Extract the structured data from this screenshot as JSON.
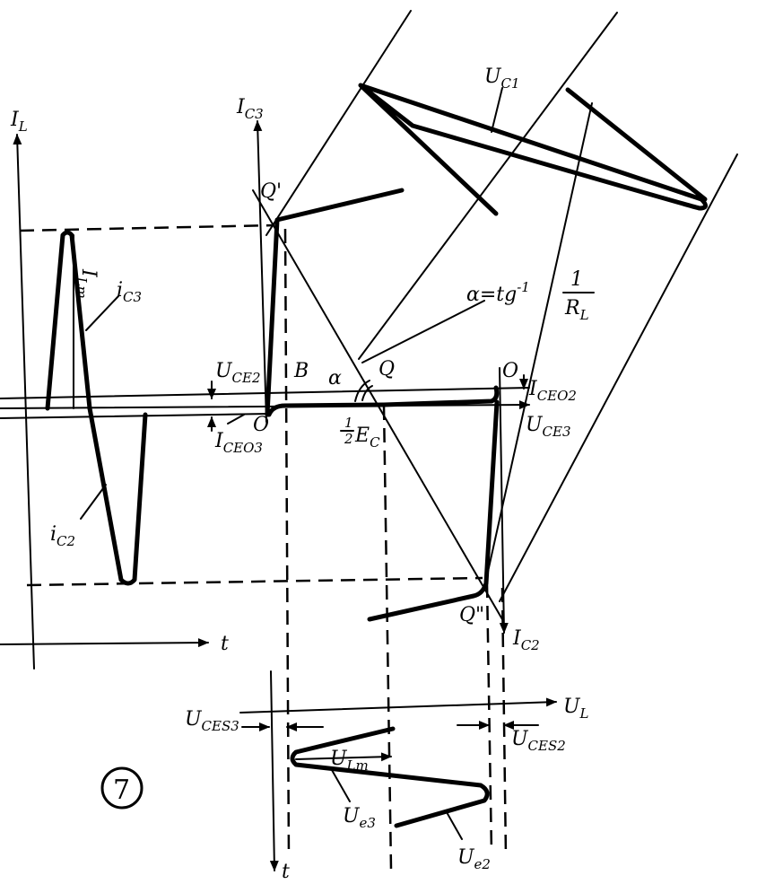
{
  "labels": {
    "il_axis": "I",
    "il_axis_sub": "L",
    "t_axis_left": "t",
    "ic3_axis": "I",
    "ic3_axis_sub": "C3",
    "uc1": "U",
    "uc1_sub": "C1",
    "q_prime": "Q'",
    "ic3_curve": "i",
    "ic3_curve_sub": "C3",
    "ilm": "I",
    "ilm_sub": "Lm",
    "alpha_eq": "α=tg",
    "alpha_eq_sup": "-1",
    "alpha_eq_num": "1",
    "alpha_eq_den": "R",
    "alpha_eq_den_sub": "L",
    "uce2": "U",
    "uce2_sub": "CE2",
    "b_label": "B",
    "alpha": "α",
    "q_label": "Q",
    "o_right": "O",
    "iceo2": "I",
    "iceo2_sub": "CEO2",
    "o_left": "O",
    "iceo3": "I",
    "iceo3_sub": "CEO3",
    "half_ec_num": "1",
    "half_ec_den": "2",
    "half_ec": "E",
    "half_ec_sub": "C",
    "uce3": "U",
    "uce3_sub": "CE3",
    "ic2_curve": "i",
    "ic2_curve_sub": "C2",
    "q_dprime": "Q\"",
    "ic2_axis": "I",
    "ic2_axis_sub": "C2",
    "ul_axis": "U",
    "ul_axis_sub": "L",
    "uces3": "U",
    "uces3_sub": "CES3",
    "uces2": "U",
    "uces2_sub": "CES2",
    "ulm": "U",
    "ulm_sub": "Lm",
    "ue3": "U",
    "ue3_sub": "e3",
    "ue2": "U",
    "ue2_sub": "e2",
    "t_axis_bottom": "t",
    "figure_number": "7"
  }
}
